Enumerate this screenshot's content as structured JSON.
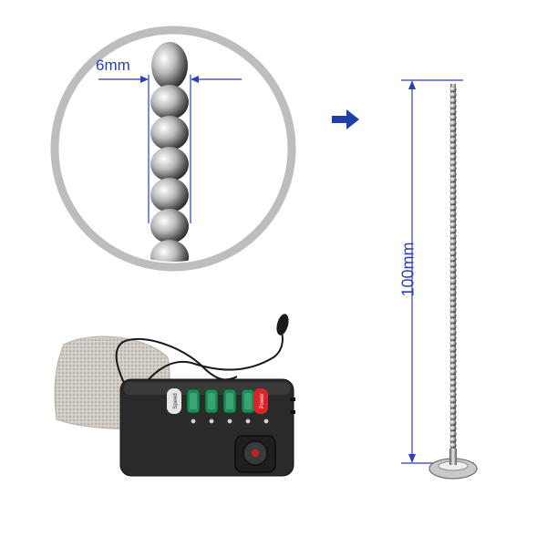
{
  "zoom_callout": {
    "diameter_label": "6mm"
  },
  "dimension": {
    "length_label": "100mm"
  },
  "controller": {
    "speed_label": "Speed",
    "power_label": "Power",
    "channel_count": 4
  },
  "colors": {
    "dimension_line": "#2e3fb0",
    "arrow": "#1f3fa8",
    "ring": "#b8b8b8",
    "power_button": "#d8252b",
    "channel_button": "#1f8a5a"
  },
  "icons": [
    "arrow-right-icon"
  ]
}
